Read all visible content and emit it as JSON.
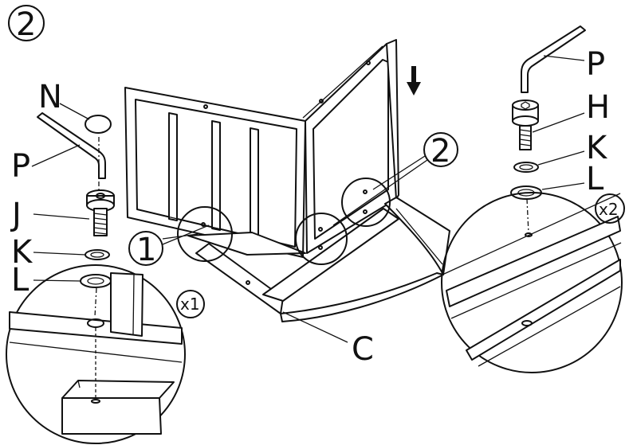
{
  "step_number": "2",
  "callouts": {
    "group_one": "1",
    "group_two": "2"
  },
  "part_labels": {
    "N": "N",
    "P_left": "P",
    "J": "J",
    "K_left": "K",
    "L_left": "L",
    "P_right": "P",
    "H": "H",
    "K_right": "K",
    "L_right": "L",
    "C": "C"
  },
  "quantities": {
    "left_detail": "x1",
    "right_detail": "x2"
  },
  "arrow_direction": "down"
}
